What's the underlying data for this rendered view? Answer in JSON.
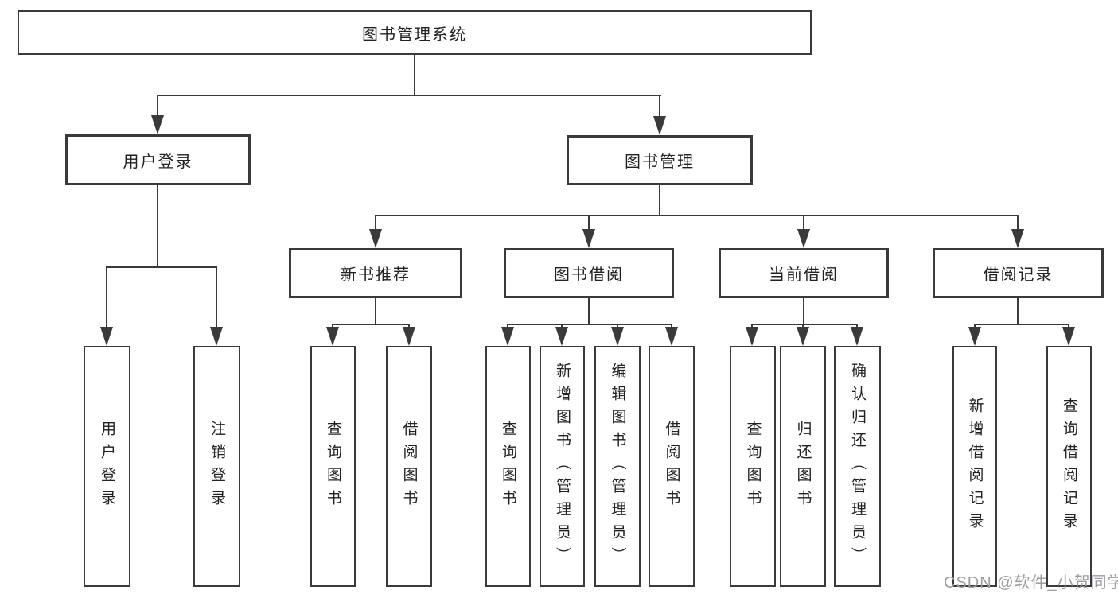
{
  "diagram": {
    "title": "图书管理系统",
    "root": {
      "label": "图书管理系统"
    },
    "level2": [
      {
        "label": "用户登录"
      },
      {
        "label": "图书管理"
      }
    ],
    "level3": [
      {
        "label": "新书推荐"
      },
      {
        "label": "图书借阅"
      },
      {
        "label": "当前借阅"
      },
      {
        "label": "借阅记录"
      }
    ],
    "leaves": [
      {
        "label": "用户登录",
        "parent": "用户登录"
      },
      {
        "label": "注销登录",
        "parent": "用户登录"
      },
      {
        "label": "查询图书",
        "parent": "新书推荐"
      },
      {
        "label": "借阅图书",
        "parent": "新书推荐"
      },
      {
        "label": "查询图书",
        "parent": "图书借阅"
      },
      {
        "label": "新增图书（管理员）",
        "parent": "图书借阅"
      },
      {
        "label": "编辑图书（管理员）",
        "parent": "图书借阅"
      },
      {
        "label": "借阅图书",
        "parent": "图书借阅"
      },
      {
        "label": "查询图书",
        "parent": "当前借阅"
      },
      {
        "label": "归还图书",
        "parent": "当前借阅"
      },
      {
        "label": "确认归还（管理员）",
        "parent": "当前借阅"
      },
      {
        "label": "新增借阅记录",
        "parent": "借阅记录"
      },
      {
        "label": "查询借阅记录",
        "parent": "借阅记录"
      }
    ]
  },
  "watermark": {
    "text": "CSDN @软件_小贺同学"
  },
  "colors": {
    "line": "#3a3a3a",
    "box_border": "#3a3a3a",
    "text": "#222222",
    "watermark": "#9d9da1",
    "background": "#ffffff"
  }
}
